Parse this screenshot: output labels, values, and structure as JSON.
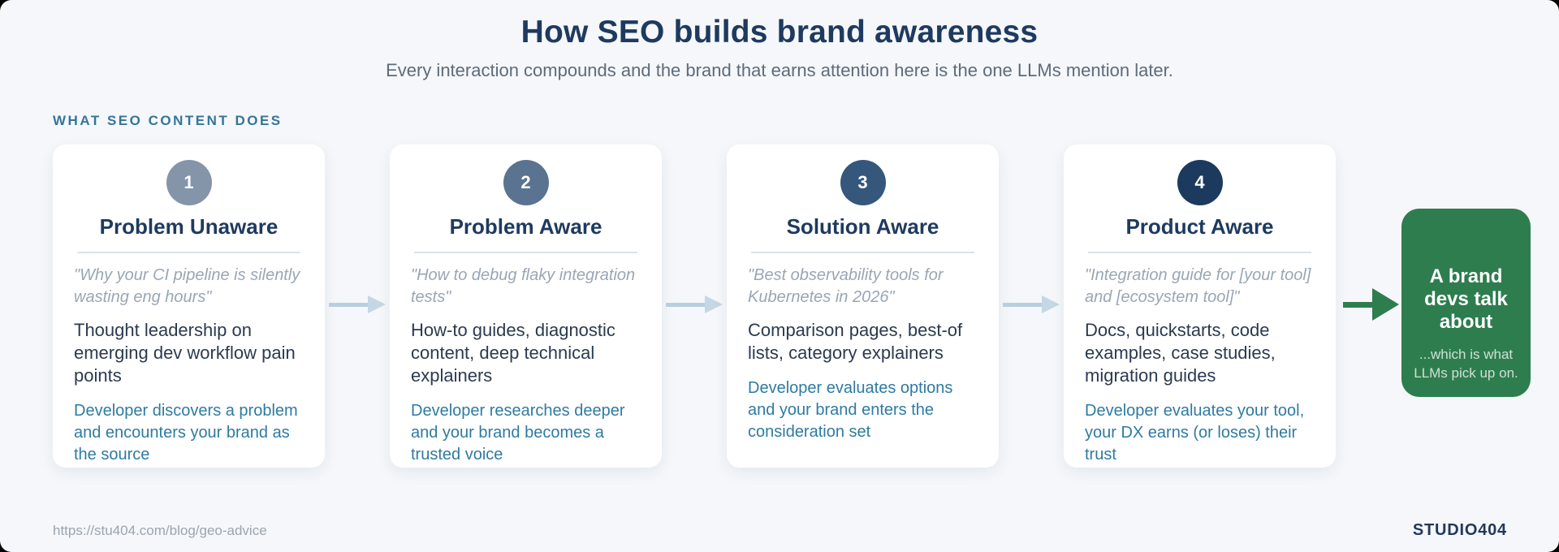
{
  "header": {
    "title": "How SEO builds brand awareness",
    "subtitle": "Every interaction compounds and the brand that earns attention here is the one LLMs mention later."
  },
  "section_label": "WHAT SEO CONTENT DOES",
  "stages": [
    {
      "number": "1",
      "title": "Problem Unaware",
      "quote": "\"Why your CI pipeline is silently wasting eng hours\"",
      "content": "Thought leadership on emerging dev workflow pain points",
      "outcome": "Developer discovers a problem and encounters your brand as the source",
      "circle_color": "#8595a9"
    },
    {
      "number": "2",
      "title": "Problem Aware",
      "quote": "\"How to debug flaky integration tests\"",
      "content": "How-to guides, diagnostic content, deep technical explainers",
      "outcome": "Developer researches deeper and your brand becomes a trusted voice",
      "circle_color": "#5a7390"
    },
    {
      "number": "3",
      "title": "Solution Aware",
      "quote": "\"Best observability tools for Kubernetes in 2026\"",
      "content": "Comparison pages, best-of lists, category explainers",
      "outcome": "Developer evaluates options and your brand enters the consideration set",
      "circle_color": "#36577c"
    },
    {
      "number": "4",
      "title": "Product Aware",
      "quote": "\"Integration guide for [your tool] and [ecosystem tool]\"",
      "content": "Docs, quickstarts, code examples, case studies, migration guides",
      "outcome": "Developer evaluates your tool, your DX earns (or loses) their trust",
      "circle_color": "#1c3a5e"
    }
  ],
  "result_box": {
    "title": "A brand devs talk about",
    "note": "...which is what LLMs pick up on.",
    "bg_color": "#2e7d4e",
    "note_color": "#cfe0d5"
  },
  "footer": {
    "url": "https://stu404.com/blog/geo-advice",
    "brand": "STUDIO404"
  },
  "colors": {
    "background": "#f5f7fa",
    "navy": "#1e3a5f",
    "section_label_teal": "#35759a",
    "outcome_teal": "#2e7ba1",
    "quote_gray": "#9aa6b6",
    "flow_arrow_blue": "#b7d0df",
    "result_green": "#2e7d4e"
  }
}
